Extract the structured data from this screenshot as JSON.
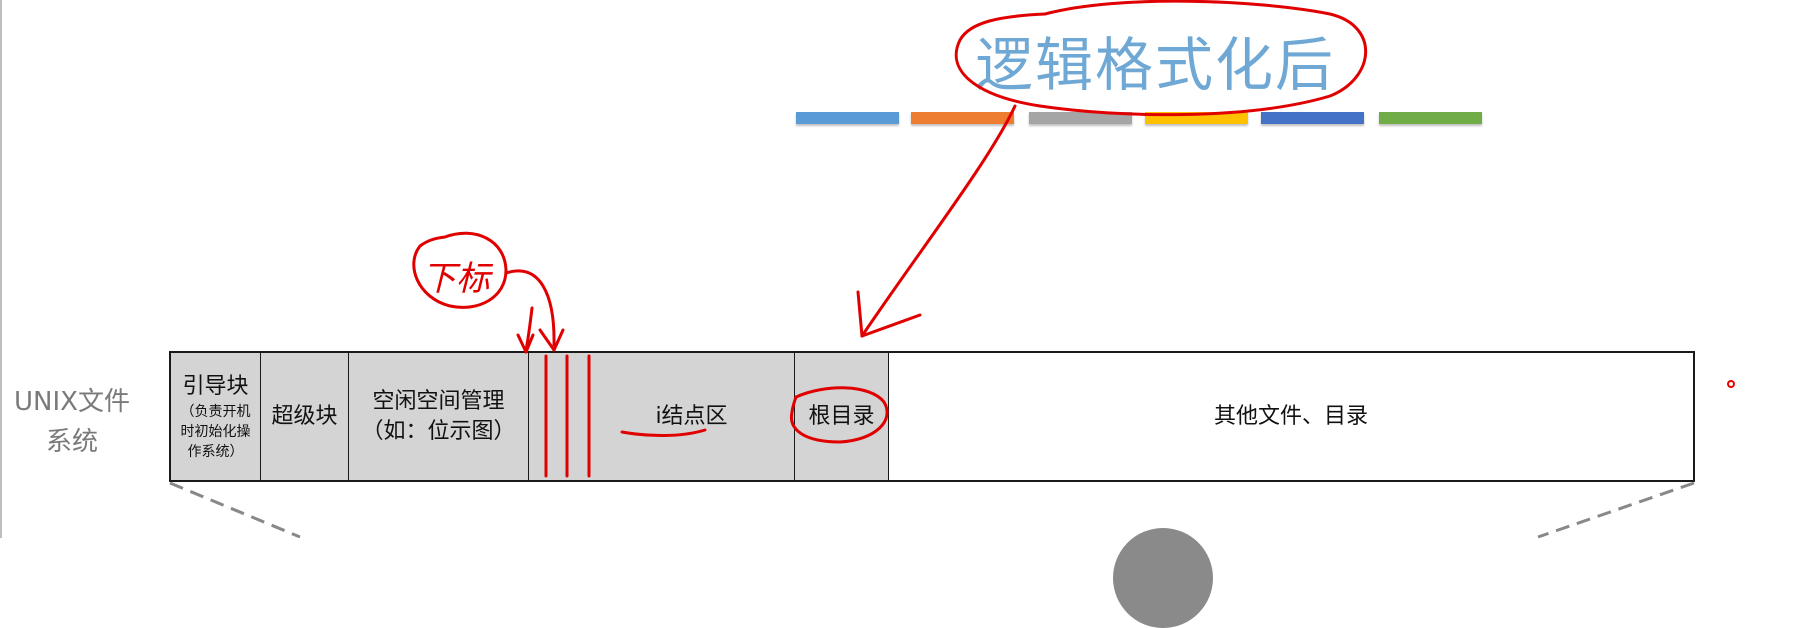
{
  "title": "逻辑格式化后",
  "legend_colors": [
    "#5b9bd5",
    "#ed7d31",
    "#a5a5a5",
    "#ffc000",
    "#4472c4",
    "#70ad47"
  ],
  "side_label": {
    "line1": "UNIX文件",
    "line2": "系统"
  },
  "annotation_label": "下标",
  "blocks": [
    {
      "line1": "引导块",
      "line2": "（负责开机",
      "line3": "时初始化操",
      "line4": "作系统）"
    },
    {
      "line1": "超级块"
    },
    {
      "line1": "空闲空间管理",
      "line2": "（如：位示图）"
    },
    {
      "line1": "i结点区"
    },
    {
      "line1": "根目录"
    },
    {
      "line1": "其他文件、目录"
    }
  ],
  "colors": {
    "block_fill": "#d4d4d4",
    "annotation": "#e00000",
    "title": "#6fa8d4"
  }
}
